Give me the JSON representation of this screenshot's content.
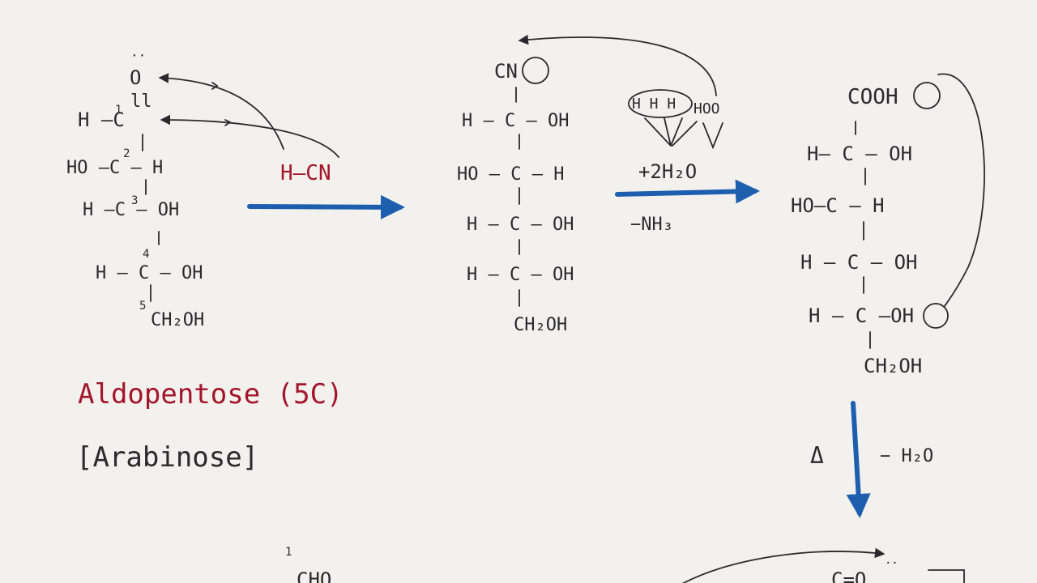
{
  "left_structure": {
    "o_top": "O",
    "row1": "H —C",
    "row2": "HO —C — H",
    "row3": "H —C — OH",
    "row4": "H — C — OH",
    "row5": "CH₂OH",
    "numbers": [
      "1",
      "2",
      "3",
      "4",
      "5"
    ],
    "reagent": "H—CN"
  },
  "middle_structure": {
    "top": "CN",
    "row1": "H — C — OH",
    "row2": "HO — C — H",
    "row3": "H — C — OH",
    "row4": "H — C — OH",
    "row5": "CH₂OH",
    "hydrogens": "H H H",
    "hoo": "HOO",
    "add_water": "+2H₂O",
    "loss_nh3": "−NH₃"
  },
  "right_structure": {
    "top": "COOH",
    "row1": "H— C — OH",
    "row2": "HO—C — H",
    "row3": "H — C — OH",
    "row4": "H — C —OH",
    "row5": "CH₂OH"
  },
  "dehydration": {
    "delta": "Δ",
    "loss_h2o": "− H₂O"
  },
  "labels": {
    "name": "Aldopentose (5C)",
    "bracket_name": "[Arabinose]"
  },
  "bottom": {
    "number": "1",
    "cho": "CHO",
    "ceo": "C=O"
  },
  "colors": {
    "ink": "#2a2a2e",
    "label_red": "#a3152a",
    "arrow_blue": "#1d5fae",
    "paper": "#f3f1ee"
  }
}
